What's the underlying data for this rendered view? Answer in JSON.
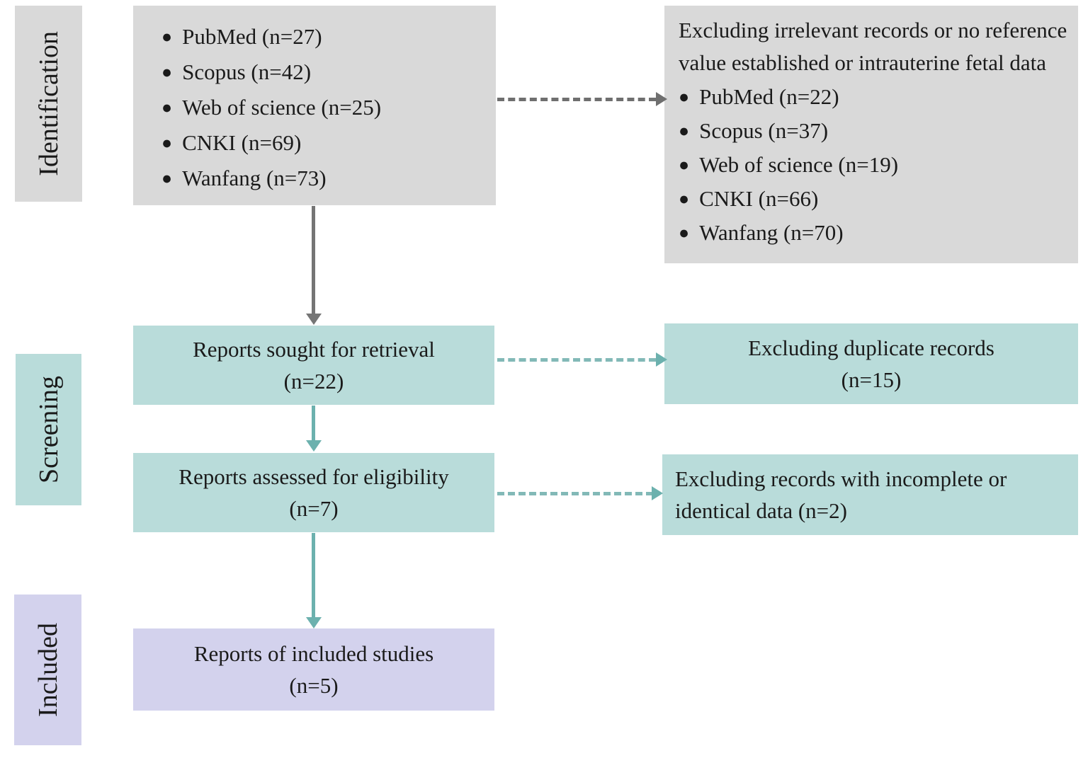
{
  "icons": {
    "bullet": "●"
  },
  "colors": {
    "stage_identification_fill": "#d9d9d9",
    "stage_screening_fill": "#b9dcda",
    "stage_included_fill": "#d3d2ed",
    "gray_box_fill": "#d9d9d9",
    "teal_box_fill": "#b9dcda",
    "purple_box_fill": "#d3d2ed",
    "gray_arrow": "#757575",
    "teal_arrow": "#6cb1ae"
  },
  "stages": {
    "identification": {
      "label": "Identification"
    },
    "screening": {
      "label": "Screening"
    },
    "included": {
      "label": "Included"
    }
  },
  "identification_box": {
    "items": [
      "PubMed (n=27)",
      "Scopus (n=42)",
      "Web of science (n=25)",
      "CNKI (n=69)",
      "Wanfang (n=73)"
    ]
  },
  "exclusion_identification_box": {
    "title": "Excluding irrelevant records or no reference value established or intrauterine fetal data",
    "items": [
      "PubMed (n=22)",
      "Scopus (n=37)",
      "Web of science (n=19)",
      "CNKI (n=66)",
      "Wanfang (n=70)"
    ]
  },
  "sought_box": {
    "label": "Reports sought for retrieval",
    "count": "(n=22)"
  },
  "duplicate_box": {
    "label": "Excluding duplicate records",
    "count": "(n=15)"
  },
  "assessed_box": {
    "label": "Reports assessed for eligibility",
    "count": "(n=7)"
  },
  "incomplete_box": {
    "label": "Excluding records with incomplete or identical data (n=2)"
  },
  "included_box": {
    "label": "Reports of included studies",
    "count": "(n=5)"
  }
}
